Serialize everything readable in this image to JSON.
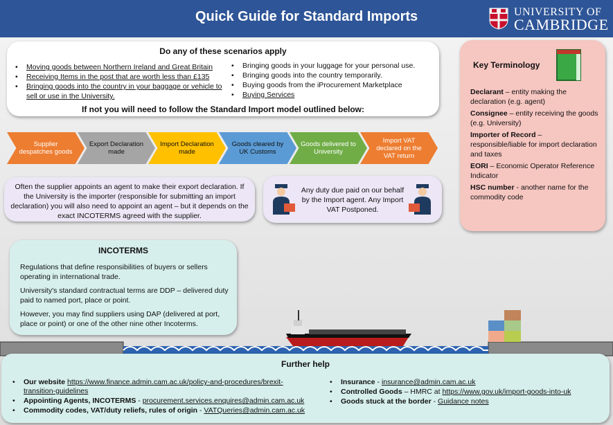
{
  "header": {
    "title": "Quick Guide for Standard Imports",
    "logo_line1": "UNIVERSITY OF",
    "logo_line2": "CAMBRIDGE",
    "color": "#2e5597"
  },
  "scenarios": {
    "heading": "Do any of these scenarios apply",
    "left": [
      "Moving goods between Northern Ireland and Great Britain",
      "Receiving Items in the post that are worth less than £135",
      "Bringing goods into the country in your baggage or vehicle to sell or use in the University."
    ],
    "right": [
      "Bringing goods in your luggage for your personal use.",
      "Bringing goods into the country temporarily.",
      "Buying goods from the iProcurement Marketplace",
      "Buying Services"
    ],
    "footer": "If not you will need to follow the Standard Import model outlined below:"
  },
  "flow": [
    {
      "label": "Supplier despatches goods",
      "color": "#ed7d31"
    },
    {
      "label": "Export Declaration made",
      "color": "#a5a5a5"
    },
    {
      "label": "Import Declaration made",
      "color": "#ffc000"
    },
    {
      "label": "Goods cleared by UK Customs",
      "color": "#5b9bd5"
    },
    {
      "label": "Goods delivered to University",
      "color": "#70ad47"
    },
    {
      "label": "Import VAT declared on the VAT return",
      "color": "#ed7d31"
    }
  ],
  "agent_note": "Often the supplier appoints an agent to make their export declaration. If the University is the importer (responsible for submitting an import declaration) you will also need to appoint an agent – but it depends on the exact INCOTERMS agreed with the supplier.",
  "duty_note": "Any duty due paid on our behalf by the Import agent. Any Import VAT Postponed.",
  "terminology": {
    "heading": "Key Terminology",
    "items": [
      {
        "term": "Declarant",
        "sep": " – ",
        "def": "entity making the declaration (e.g. agent)"
      },
      {
        "term": "Consignee",
        "sep": " – ",
        "def": "entity receiving the goods (e.g. University)"
      },
      {
        "term": "Importer of Record",
        "sep": " – ",
        "def": "responsible/liable for import declaration and taxes"
      },
      {
        "term": "EORI",
        "sep": " – ",
        "def": "Economic Operator Reference Indicator"
      },
      {
        "term": "HSC number",
        "sep": " - ",
        "def": "another name for the commodity code"
      }
    ]
  },
  "incoterms": {
    "heading": "INCOTERMS",
    "p1": "Regulations that define responsibilities of buyers or sellers operating in international trade.",
    "p2": "University's standard contractual terms are DDP – delivered duty paid to named port, place or point.",
    "p3": "However, you may find suppliers using DAP (delivered at port, place or point) or one of the other nine other Incoterms."
  },
  "help": {
    "heading": "Further help",
    "left": [
      {
        "label": "Our website",
        "text": "https://www.finance.admin.cam.ac.uk/policy-and-procedures/brexit-transition-guidelines"
      },
      {
        "label": "Appointing Agents, INCOTERMS",
        "text": "procurement.services.enquires@admin.cam.ac.uk"
      },
      {
        "label": "Commodity codes, VAT/duty reliefs, rules of origin",
        "text": "VATQueries@admin.cam.ac.uk"
      }
    ],
    "right": [
      {
        "label": "Insurance",
        "text": "insurance@admin.cam.ac.uk"
      },
      {
        "label": "Controlled Goods",
        "pre": "HMRC at ",
        "text": "https://www.gov.uk/import-goods-into-uk"
      },
      {
        "label": "Goods stuck at the border",
        "text": "Guidance notes"
      }
    ]
  }
}
